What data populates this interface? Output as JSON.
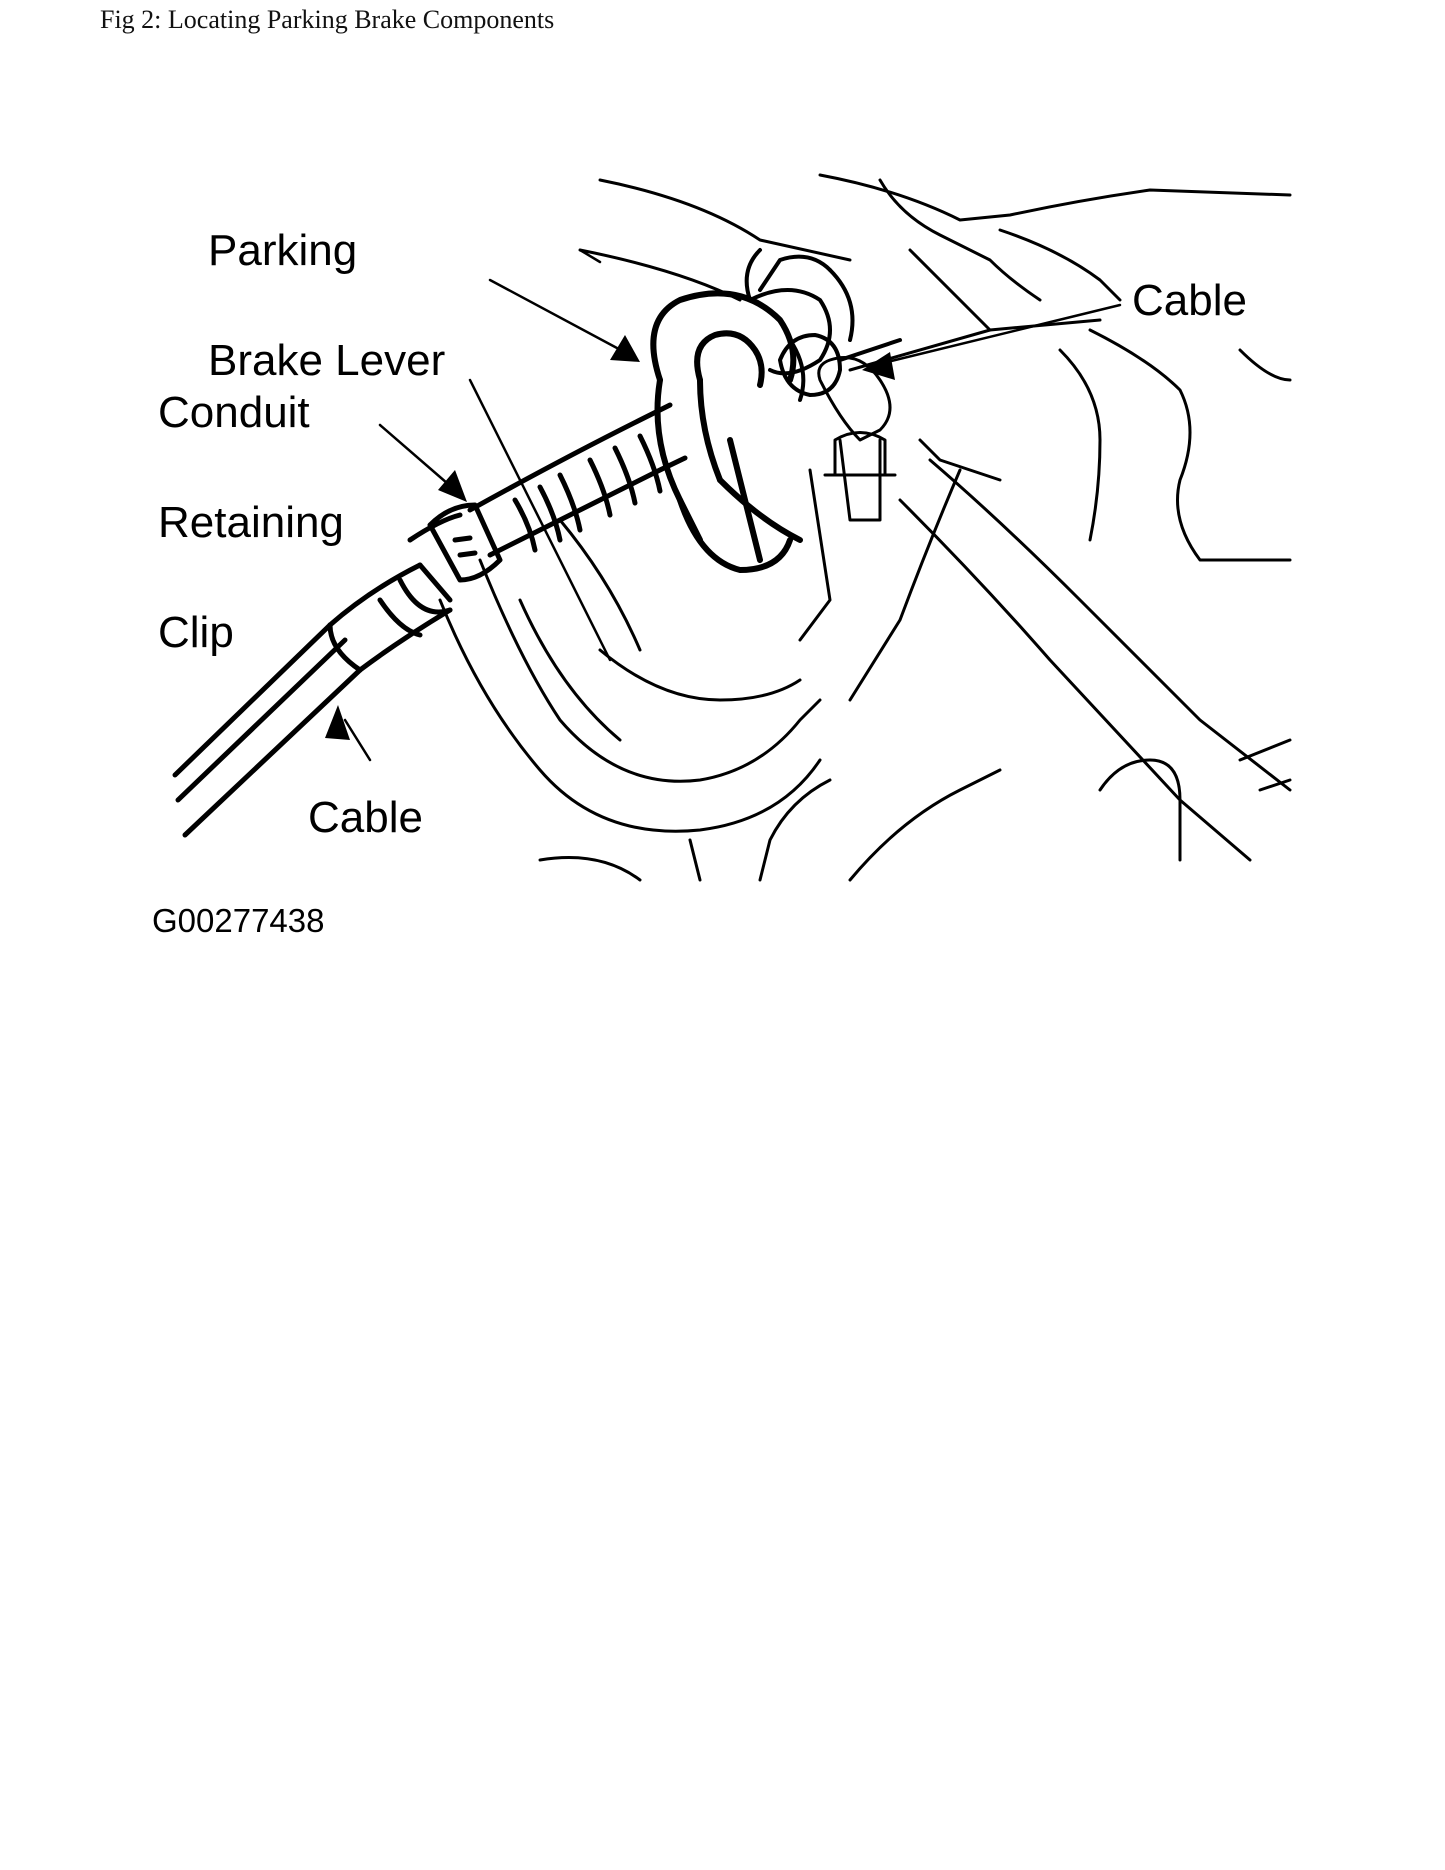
{
  "caption": "Fig 2: Locating Parking Brake Components",
  "labels": {
    "parking_brake_lever": [
      "Parking",
      "Brake Lever"
    ],
    "conduit_retaining_clip": [
      "Conduit",
      "Retaining",
      "Clip"
    ],
    "cable_upper": "Cable",
    "cable_lower": "Cable"
  },
  "figure_id": "G00277438",
  "colors": {
    "ink": "#000000",
    "paper": "#ffffff"
  }
}
